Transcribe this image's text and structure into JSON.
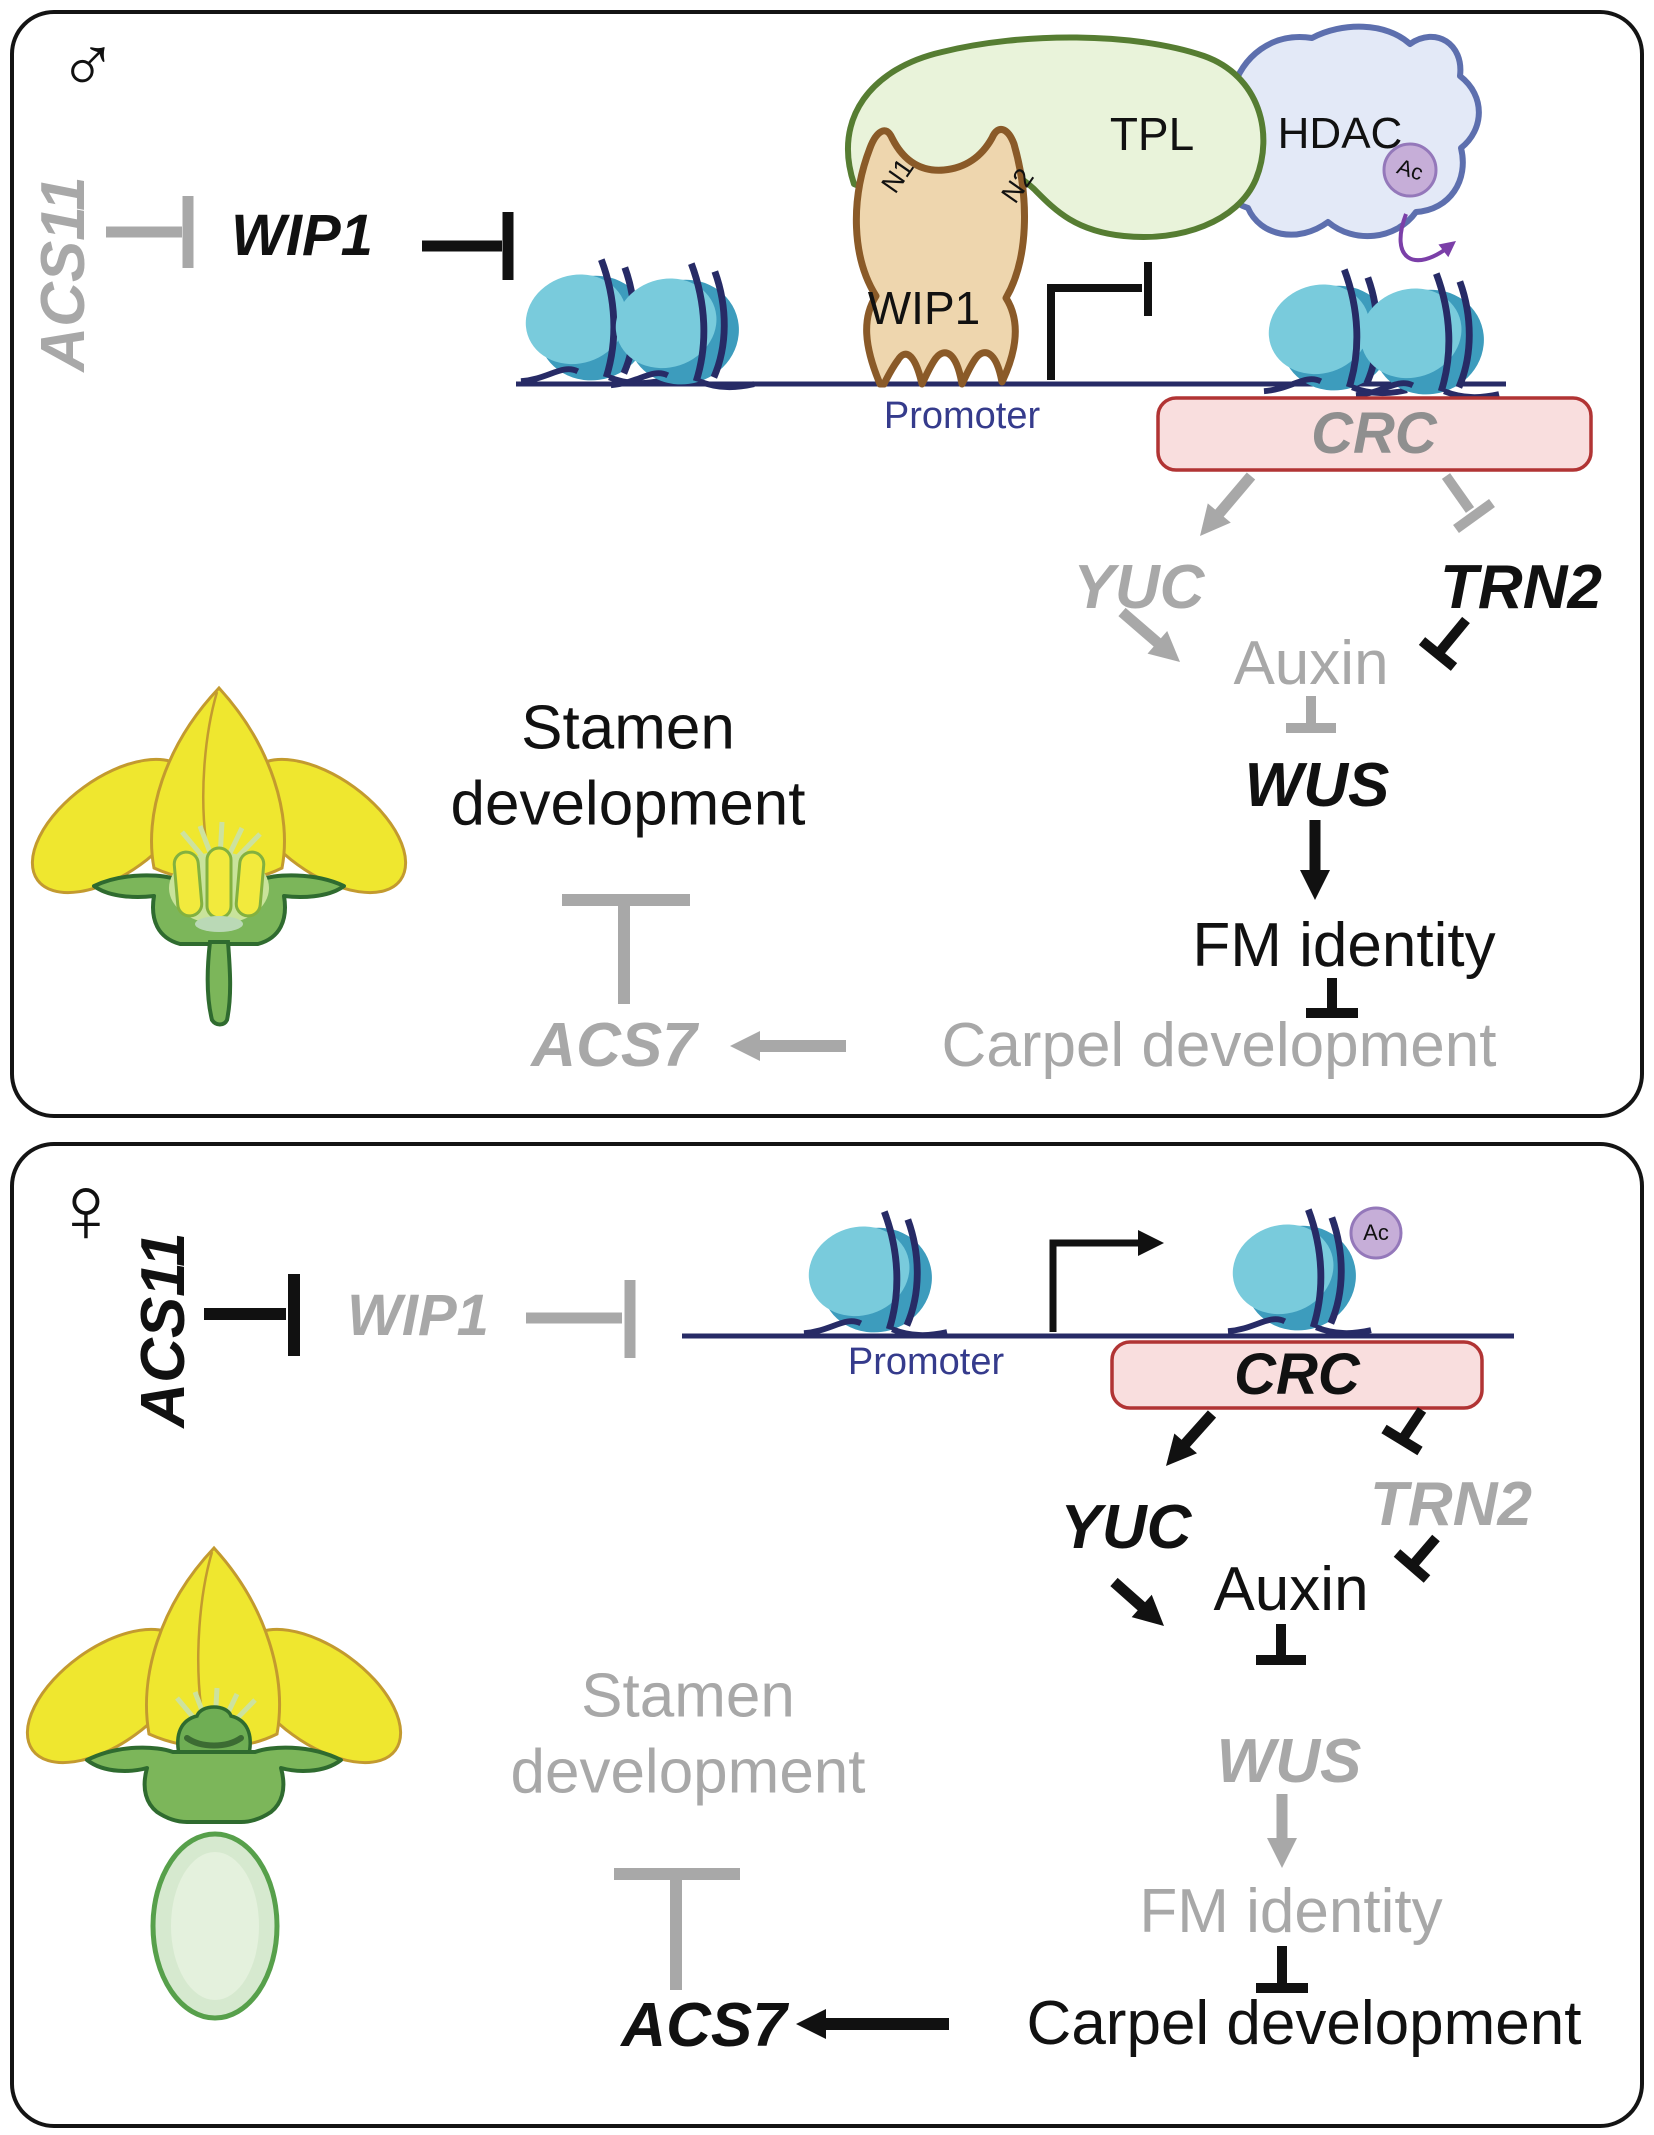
{
  "palette": {
    "active": "#111111",
    "inactive": "#a8a8a8",
    "crc_gray": "#8f8f8f",
    "dna_navy": "#272b66",
    "promoter_blue": "#353b8c",
    "crc_fill": "#f9dede",
    "crc_border": "#b13434",
    "nucleosome_teal": "#3d9cbd",
    "nucleosome_light": "#79cbdc",
    "wip1_fill": "#eed6ae",
    "wip1_border": "#8a5a28",
    "tpl_fill": "#e9f3da",
    "tpl_border": "#567d32",
    "hdac_fill": "#e3e9f7",
    "hdac_border": "#5d6fae",
    "ac_fill": "#c6aed8",
    "ac_border": "#9478ba",
    "deacetyl_purple": "#7b3fa8"
  },
  "panels": [
    {
      "id": "male",
      "sex_symbol": "♂",
      "flower_icon": "male-cucumber-flower",
      "nodes": {
        "acs11": {
          "label": "ACS11",
          "color": "#a8a8a8"
        },
        "wip1": {
          "label": "WIP1",
          "color": "#111111"
        },
        "promoter": {
          "label": "Promoter",
          "color": "#353b8c"
        },
        "crc": {
          "label": "CRC",
          "color": "#8f8f8f"
        },
        "yuc": {
          "label": "YUC",
          "color": "#a8a8a8"
        },
        "trn2": {
          "label": "TRN2",
          "color": "#111111"
        },
        "auxin": {
          "label": "Auxin",
          "color": "#a8a8a8"
        },
        "wus": {
          "label": "WUS",
          "color": "#111111"
        },
        "fm_identity": {
          "label": "FM identity",
          "color": "#111111"
        },
        "carpel": {
          "label": "Carpel development",
          "color": "#a8a8a8"
        },
        "acs7": {
          "label": "ACS7",
          "color": "#a8a8a8"
        },
        "stamen_line1": {
          "label": "Stamen",
          "color": "#111111"
        },
        "stamen_line2": {
          "label": "development",
          "color": "#111111"
        }
      },
      "complex": {
        "wip1_protein": "WIP1",
        "n1": "N1",
        "n2": "N2",
        "tpl": "TPL",
        "hdac": "HDAC",
        "ac": "Ac"
      },
      "connectors": {
        "acs11_wip1": {
          "type": "inhibit",
          "color": "#a8a8a8"
        },
        "wip1_dna": {
          "type": "inhibit",
          "color": "#111111"
        },
        "transcription_block": {
          "type": "inhibit-bent",
          "color": "#111111"
        },
        "deacetylation": {
          "type": "arrow-curved",
          "color": "#7b3fa8"
        },
        "crc_yuc": {
          "type": "arrow",
          "color": "#a8a8a8"
        },
        "crc_trn2": {
          "type": "inhibit",
          "color": "#a8a8a8"
        },
        "yuc_auxin": {
          "type": "arrow",
          "color": "#a8a8a8"
        },
        "trn2_auxin": {
          "type": "inhibit",
          "color": "#111111"
        },
        "auxin_wus": {
          "type": "inhibit",
          "color": "#a8a8a8"
        },
        "wus_fm": {
          "type": "arrow",
          "color": "#111111"
        },
        "fm_carpel": {
          "type": "inhibit",
          "color": "#111111"
        },
        "carpel_acs7": {
          "type": "arrow",
          "color": "#a8a8a8"
        },
        "acs7_stamen": {
          "type": "inhibit",
          "color": "#a8a8a8"
        }
      }
    },
    {
      "id": "female",
      "sex_symbol": "♀",
      "flower_icon": "female-cucumber-flower",
      "nodes": {
        "acs11": {
          "label": "ACS11",
          "color": "#111111"
        },
        "wip1": {
          "label": "WIP1",
          "color": "#a8a8a8"
        },
        "promoter": {
          "label": "Promoter",
          "color": "#353b8c"
        },
        "crc": {
          "label": "CRC",
          "color": "#111111"
        },
        "yuc": {
          "label": "YUC",
          "color": "#111111"
        },
        "trn2": {
          "label": "TRN2",
          "color": "#a8a8a8"
        },
        "auxin": {
          "label": "Auxin",
          "color": "#111111"
        },
        "wus": {
          "label": "WUS",
          "color": "#a8a8a8"
        },
        "fm_identity": {
          "label": "FM identity",
          "color": "#a8a8a8"
        },
        "carpel": {
          "label": "Carpel development",
          "color": "#111111"
        },
        "acs7": {
          "label": "ACS7",
          "color": "#111111"
        },
        "stamen_line1": {
          "label": "Stamen",
          "color": "#a8a8a8"
        },
        "stamen_line2": {
          "label": "development",
          "color": "#a8a8a8"
        }
      },
      "complex": {
        "ac": "Ac"
      },
      "connectors": {
        "acs11_wip1": {
          "type": "inhibit",
          "color": "#111111"
        },
        "wip1_dna": {
          "type": "inhibit",
          "color": "#a8a8a8"
        },
        "transcription_on": {
          "type": "arrow-bent",
          "color": "#111111"
        },
        "crc_yuc": {
          "type": "arrow",
          "color": "#111111"
        },
        "crc_trn2": {
          "type": "inhibit",
          "color": "#111111"
        },
        "yuc_auxin": {
          "type": "arrow",
          "color": "#111111"
        },
        "trn2_auxin": {
          "type": "inhibit",
          "color": "#111111"
        },
        "auxin_wus": {
          "type": "inhibit",
          "color": "#111111"
        },
        "wus_fm": {
          "type": "arrow",
          "color": "#a8a8a8"
        },
        "fm_carpel": {
          "type": "inhibit",
          "color": "#111111"
        },
        "carpel_acs7": {
          "type": "arrow",
          "color": "#111111"
        },
        "acs7_stamen": {
          "type": "inhibit",
          "color": "#a8a8a8"
        }
      }
    }
  ]
}
